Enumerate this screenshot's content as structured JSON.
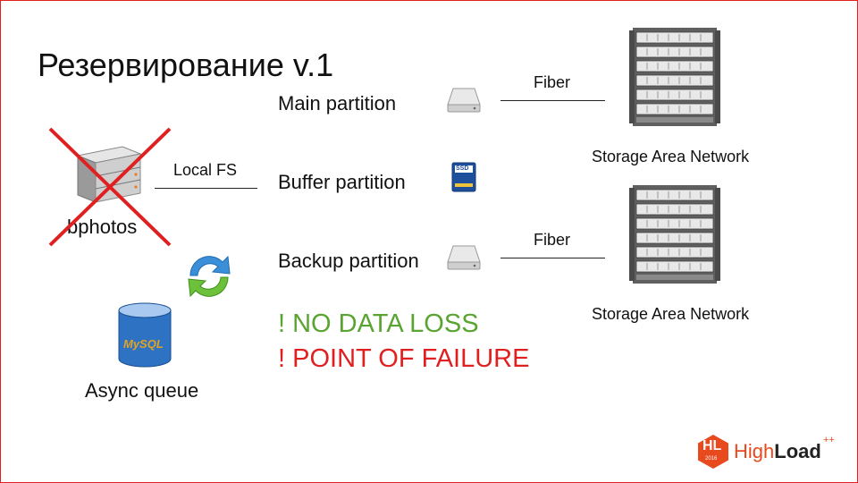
{
  "slide": {
    "title": "Резервирование v.1",
    "server_label": "bphotos",
    "queue_label": "Async queue",
    "db_logo_text": "MySQL",
    "local_fs_label": "Local FS",
    "partitions": [
      {
        "label": "Main partition",
        "icon": "hard-drive-icon"
      },
      {
        "label": "Buffer partition",
        "icon": "ssd-icon",
        "badge": "SSD"
      },
      {
        "label": "Backup partition",
        "icon": "hard-drive-icon"
      }
    ],
    "links": [
      {
        "label": "Fiber",
        "target": "Storage Area Network"
      },
      {
        "label": "Fiber",
        "target": "Storage Area Network"
      }
    ],
    "notes": {
      "positive": "! NO DATA LOSS",
      "negative": "! POINT OF FAILURE"
    },
    "logo": {
      "badge": "HL",
      "year": "2016",
      "high": "High",
      "load": "Load",
      "plus": "++"
    },
    "colors": {
      "accent": "#e02020",
      "positive": "#5aa532",
      "cross": "#e02020"
    }
  }
}
